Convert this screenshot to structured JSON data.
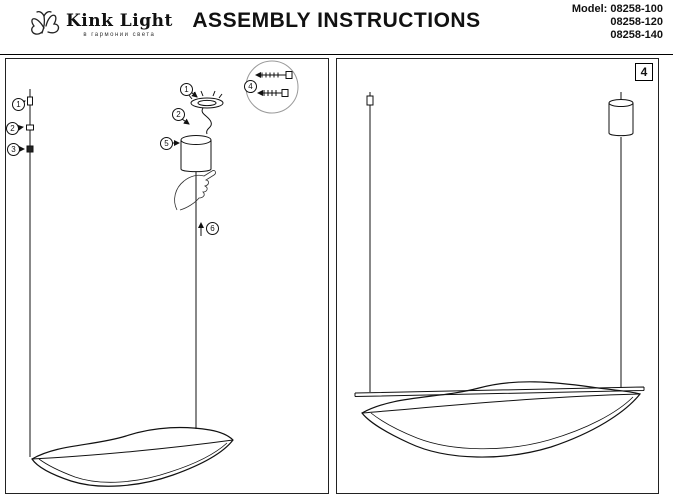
{
  "header": {
    "brand": "Kink Light",
    "brand_tagline": "в гармонии света",
    "title": "ASSEMBLY INSTRUCTIONS",
    "models": [
      "Model: 08258-100",
      "08258-120",
      "08258-140"
    ]
  },
  "panels": {
    "left": {
      "description": "assembly steps drawing"
    },
    "right": {
      "page_number": "4"
    }
  },
  "callouts": {
    "step1": "1",
    "step2": "2",
    "step3": "3",
    "step4": "4",
    "step5": "5",
    "step6": "6"
  },
  "colors": {
    "ink": "#111111",
    "paper": "#ffffff"
  }
}
